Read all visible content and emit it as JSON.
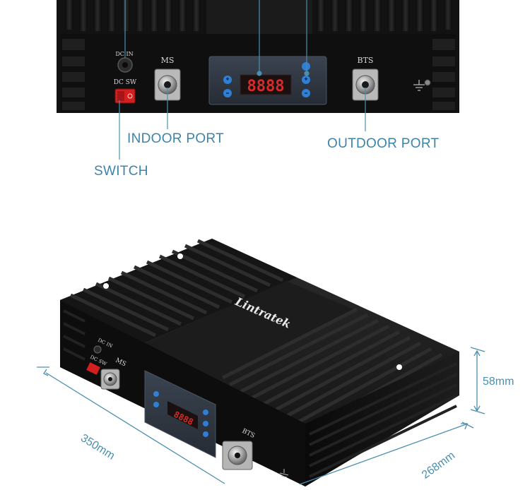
{
  "callouts": {
    "indoor_port": "INDOOR PORT",
    "outdoor_port": "OUTDOOR PORT",
    "switch": "SWITCH"
  },
  "panel_labels": {
    "dc_in": "DC IN",
    "dc_sw": "DC SW",
    "ms": "MS",
    "bts": "BTS"
  },
  "display": {
    "digits": "8888"
  },
  "brand": {
    "name": "Lintratek"
  },
  "dimensions": {
    "length": "350mm",
    "width": "268mm",
    "height": "58mm"
  },
  "colors": {
    "accent": "#3d84a8",
    "device_body": "#151515",
    "led_digits": "#d92a2a",
    "button_blue": "#2f7fd6"
  },
  "icons": {
    "ground": "ground-symbol-icon"
  }
}
